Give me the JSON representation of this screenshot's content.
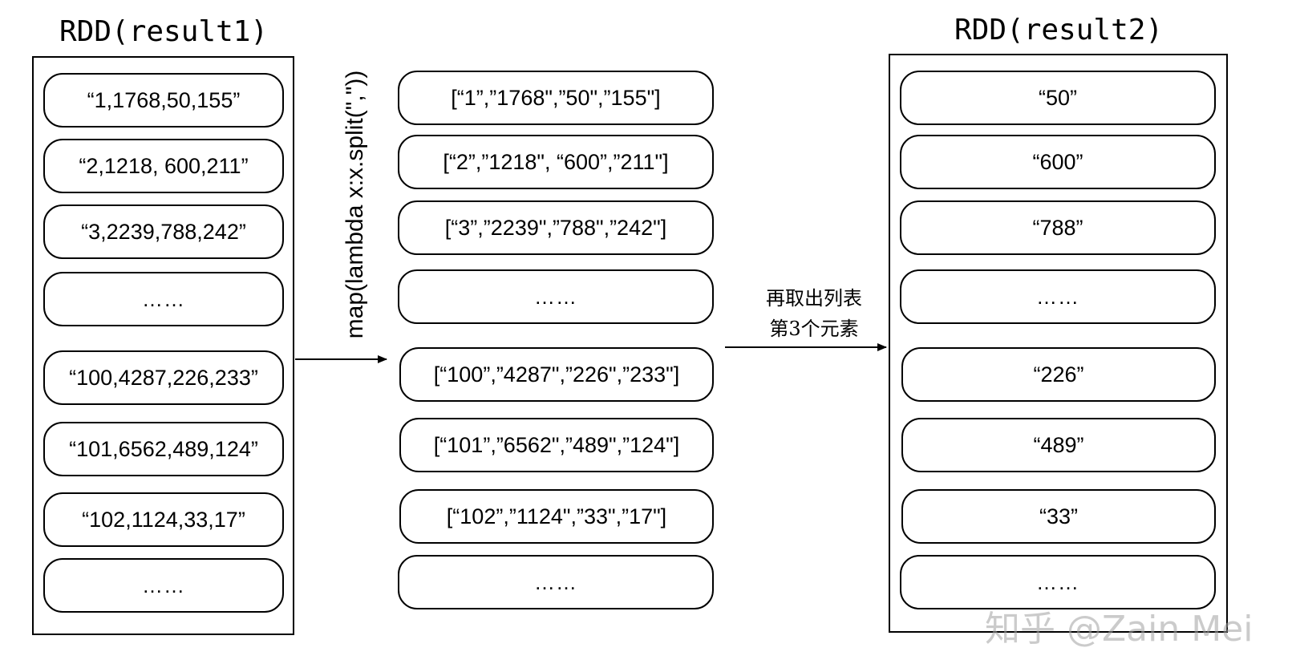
{
  "left_rdd": {
    "title": "RDD(result1)",
    "items": [
      "“1,1768,50,155”",
      "“2,1218, 600,211”",
      "“3,2239,788,242”",
      "……",
      "“100,4287,226,233”",
      "“101,6562,489,124”",
      "“102,1124,33,17”",
      "……"
    ]
  },
  "middle": {
    "items": [
      "[“1”,”1768\",”50\",”155\"]",
      "[“2”,”1218\", “600”,”211\"]",
      "[“3”,”2239\",”788\",”242\"]",
      "……",
      "[“100”,”4287\",”226\",”233\"]",
      "[“101”,”6562\",”489\",”124\"]",
      "[“102”,”1124\",”33\",”17\"]",
      "……"
    ]
  },
  "right_rdd": {
    "title": "RDD(result2)",
    "items": [
      "“50”",
      "“600”",
      "“788”",
      "……",
      "“226”",
      "“489”",
      "“33”",
      "……"
    ]
  },
  "operations": {
    "map": "map(lambda x:x.split(\",\"))",
    "select_line1": "再取出列表",
    "select_line2": "第3个元素"
  },
  "watermark": "知乎 @Zain Mei"
}
